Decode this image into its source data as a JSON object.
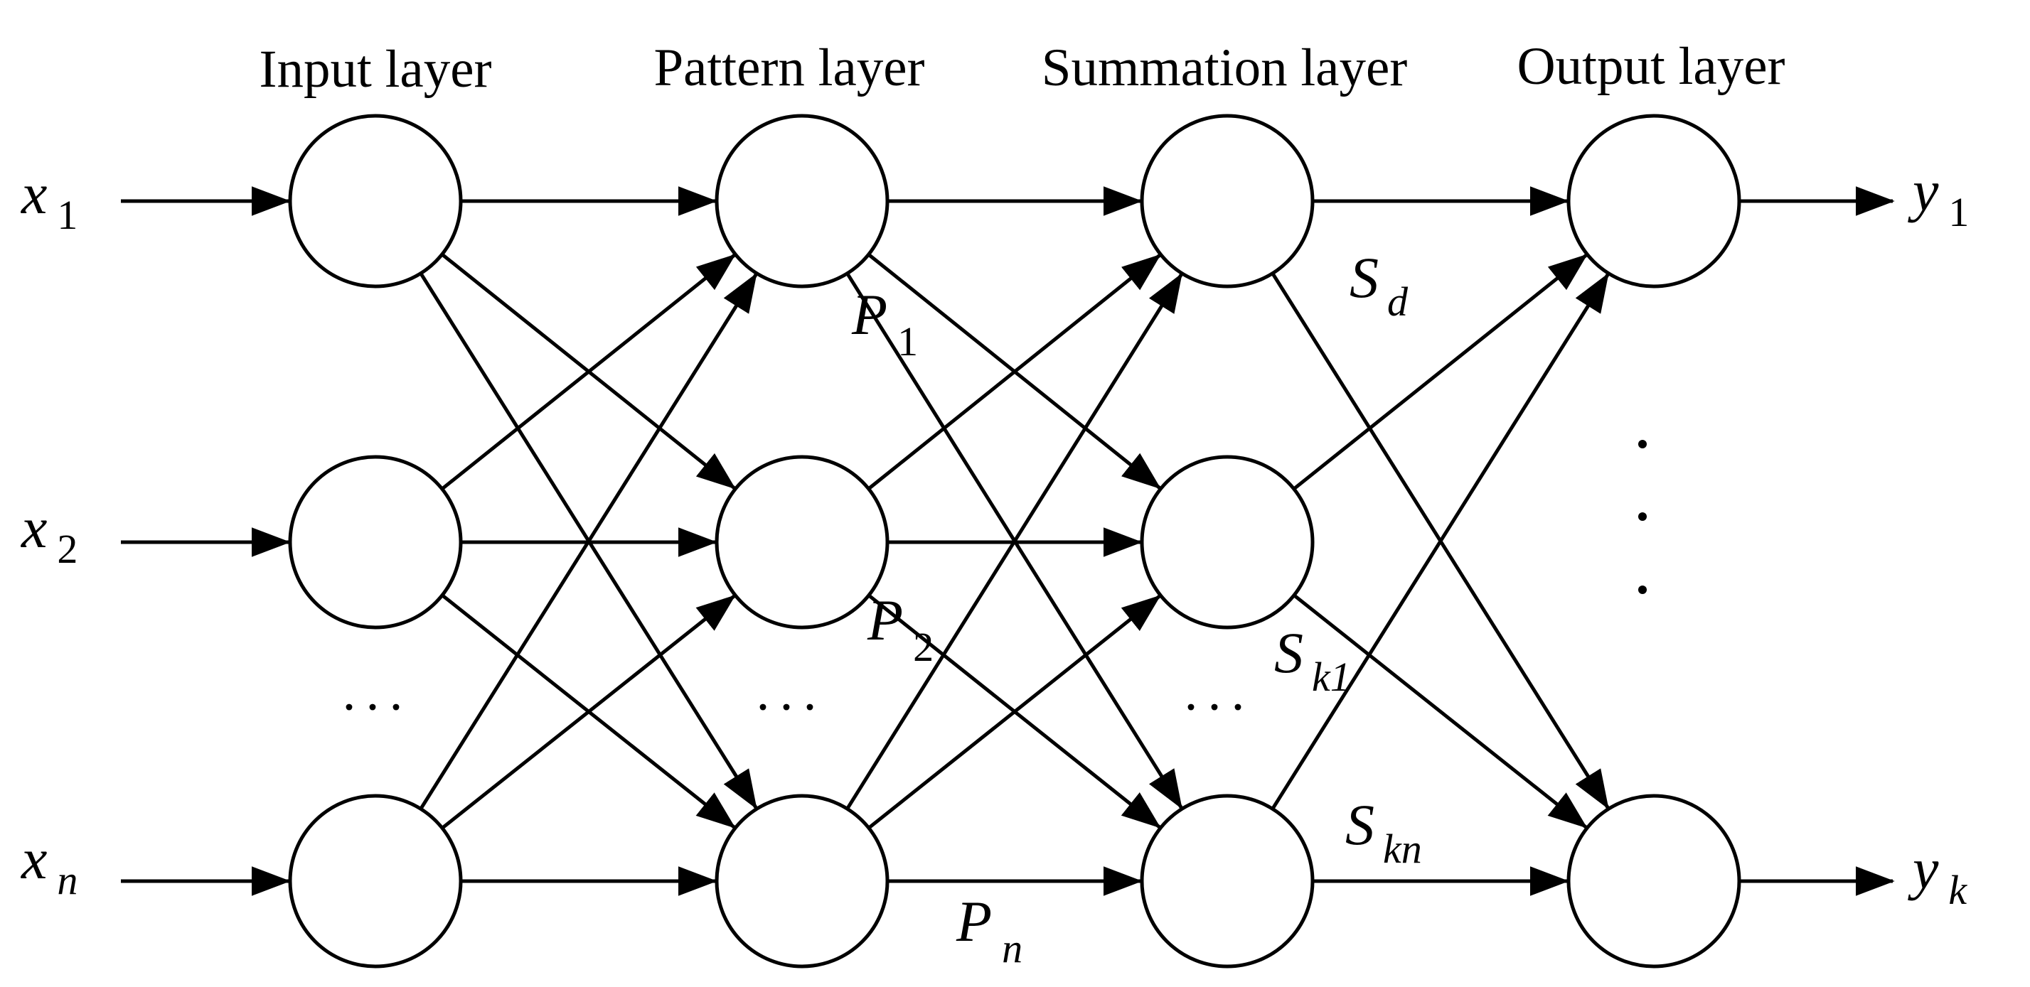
{
  "layers": {
    "input": {
      "title": "Input layer"
    },
    "pattern": {
      "title": "Pattern layer"
    },
    "summation": {
      "title": "Summation layer"
    },
    "output": {
      "title": "Output layer"
    }
  },
  "inputs": [
    {
      "main": "x",
      "sub": "1"
    },
    {
      "main": "x",
      "sub": "2"
    },
    {
      "main": "x",
      "sub": "n"
    }
  ],
  "outputs": [
    {
      "main": "y",
      "sub": "1"
    },
    {
      "main": "y",
      "sub": "k"
    }
  ],
  "pattern_labels": [
    {
      "main": "P",
      "sub": "1"
    },
    {
      "main": "P",
      "sub": "2"
    },
    {
      "main": "P",
      "sub": "n"
    }
  ],
  "summation_labels": [
    {
      "main": "S",
      "sub": "d"
    },
    {
      "main": "S",
      "sub": "k1"
    },
    {
      "main": "S",
      "sub": "kn"
    }
  ],
  "ellipsis": "···",
  "colors": {
    "stroke": "#000000",
    "background": "#ffffff"
  }
}
